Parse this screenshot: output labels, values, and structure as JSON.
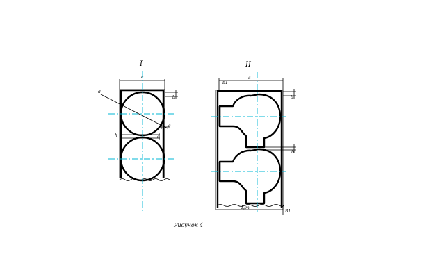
{
  "figure": {
    "caption": "Рисунок 4",
    "views": [
      {
        "numeral": "I",
        "top_mark": "a",
        "leader_label": "d",
        "right_label_top": "b",
        "right_label_mid": "c",
        "left_label": "h",
        "mid_label": "e"
      },
      {
        "numeral": "II",
        "top_mark": "a",
        "corner_label": "b1",
        "right_label_top": "b",
        "right_label_mid": "b",
        "bottom_label": "L/m"
      }
    ],
    "extra_label": "B1"
  },
  "colors": {
    "outline": "#000000",
    "axis": "#00b7d6",
    "background": "#ffffff"
  }
}
